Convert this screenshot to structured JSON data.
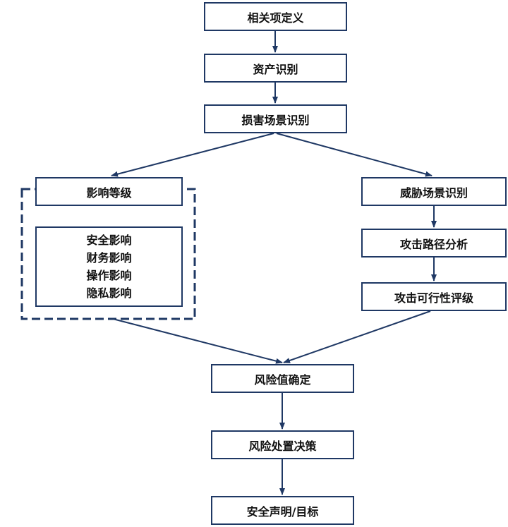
{
  "diagram": {
    "item_definition": "相关项定义",
    "asset_identification": "资产识别",
    "damage_scenario_identification": "损害场景识别",
    "impact_rating": "影响等级",
    "impact_categories": [
      "安全影响",
      "财务影响",
      "操作影响",
      "隐私影响"
    ],
    "threat_scenario_identification": "威胁场景识别",
    "attack_path_analysis": "攻击路径分析",
    "attack_feasibility_rating": "攻击可行性评级",
    "risk_value_determination": "风险值确定",
    "risk_treatment_decision": "风险处置决策",
    "security_claims_goals": "安全声明/目标"
  },
  "colors": {
    "line": "#1f3864",
    "box_border": "#1f3864",
    "text": "#111111"
  }
}
